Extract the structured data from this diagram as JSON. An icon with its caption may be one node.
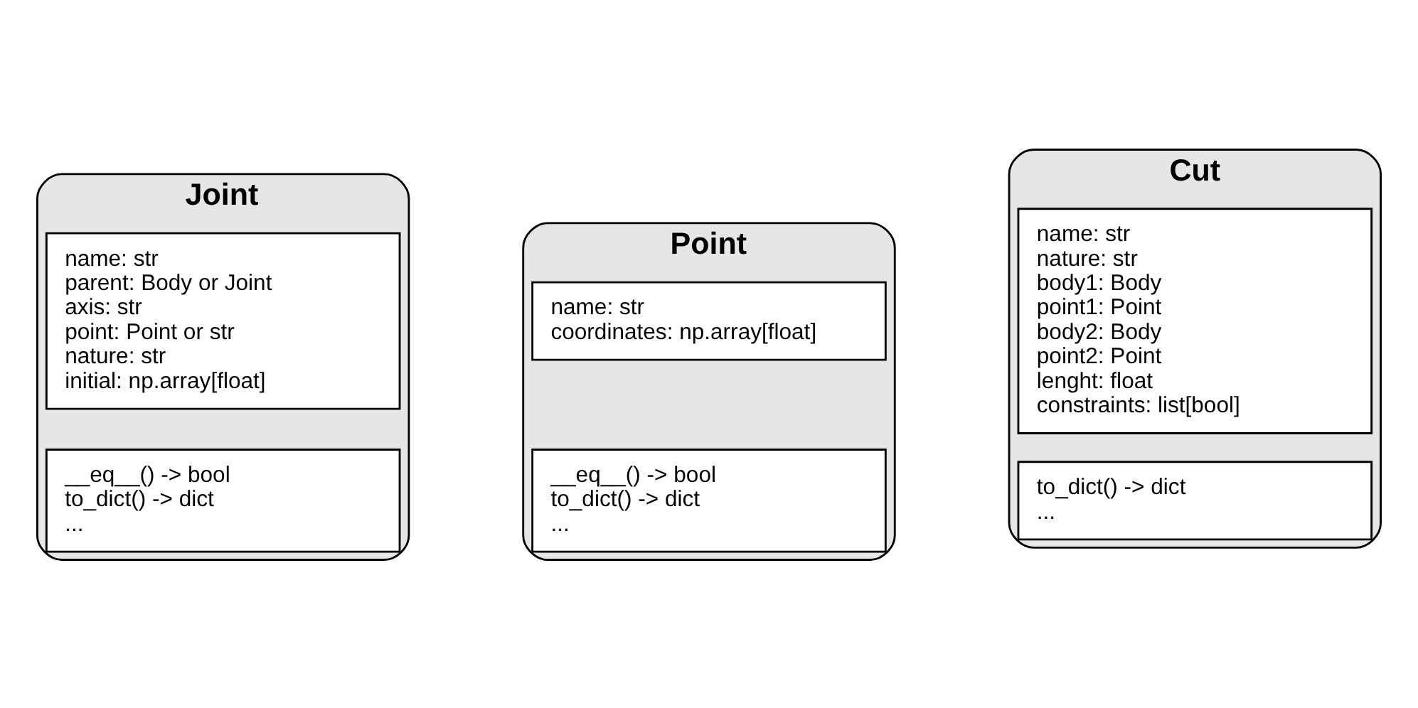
{
  "diagram": {
    "nodes": [
      {
        "text": [
          "Joint"
        ]
      },
      {
        "text": [
          "name: str",
          "parent: Body or Joint",
          "axis: str",
          "point: Point or str",
          "nature: str",
          "initial: np.array[float]"
        ],
        "in": 0
      },
      {
        "text": [
          "__eq__() -> bool",
          "to_dict() -> dict",
          "..."
        ],
        "in": 0
      },
      {
        "text": [
          "Point"
        ]
      },
      {
        "text": [
          "name: str",
          "coordinates: np.array[float]"
        ],
        "in": 3
      },
      {
        "text": [
          "__eq__() -> bool",
          "to_dict() -> dict",
          "..."
        ],
        "in": 3
      },
      {
        "text": [
          "Cut"
        ]
      },
      {
        "text": [
          "name: str",
          "nature: str",
          "body1: Body",
          "point1: Point",
          "body2: Body",
          "point2: Point",
          "lenght: float",
          "constraints: list[bool]"
        ],
        "in": 6
      },
      {
        "text": [
          "to_dict() -> dict",
          "..."
        ],
        "in": 6
      }
    ],
    "edges": []
  }
}
